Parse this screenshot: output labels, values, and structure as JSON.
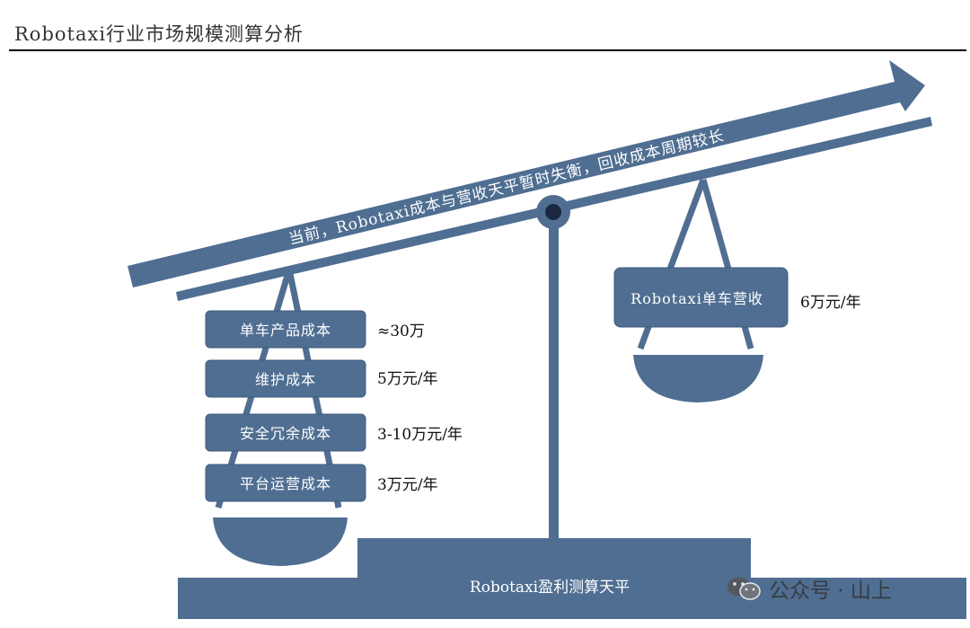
{
  "header": {
    "title": "Robotaxi行业市场规模测算分析"
  },
  "arrow_text": "当前，Robotaxi成本与营收天平暂时失衡，回收成本周期较长",
  "left_pan": {
    "items": [
      {
        "label": "单车产品成本",
        "value": "≈30万"
      },
      {
        "label": "维护成本",
        "value": "5万元/年"
      },
      {
        "label": "安全冗余成本",
        "value": "3-10万元/年"
      },
      {
        "label": "平台运营成本",
        "value": "3万元/年"
      }
    ]
  },
  "right_pan": {
    "label": "Robotaxi单车营收",
    "value": "6万元/年"
  },
  "base_label": "Robotaxi盈利测算天平",
  "watermark": "公众号 · 山上",
  "colors": {
    "primary": "#4f6e92",
    "pivot": "#1c2640",
    "rule": "#000000"
  }
}
